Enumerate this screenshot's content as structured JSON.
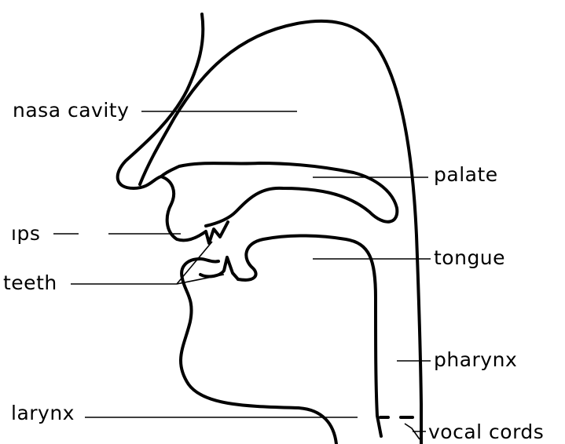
{
  "diagram": {
    "labels": {
      "nasal_cavity": "nasa cavity",
      "palate": "palate",
      "lips": "ıps",
      "tongue": "tongue",
      "teeth": "teeth",
      "pharynx": "pharynx",
      "larynx": "larynx",
      "vocal_cords": "vocal cords"
    },
    "colors": {
      "ink": "#000000",
      "paper": "#ffffff"
    }
  }
}
